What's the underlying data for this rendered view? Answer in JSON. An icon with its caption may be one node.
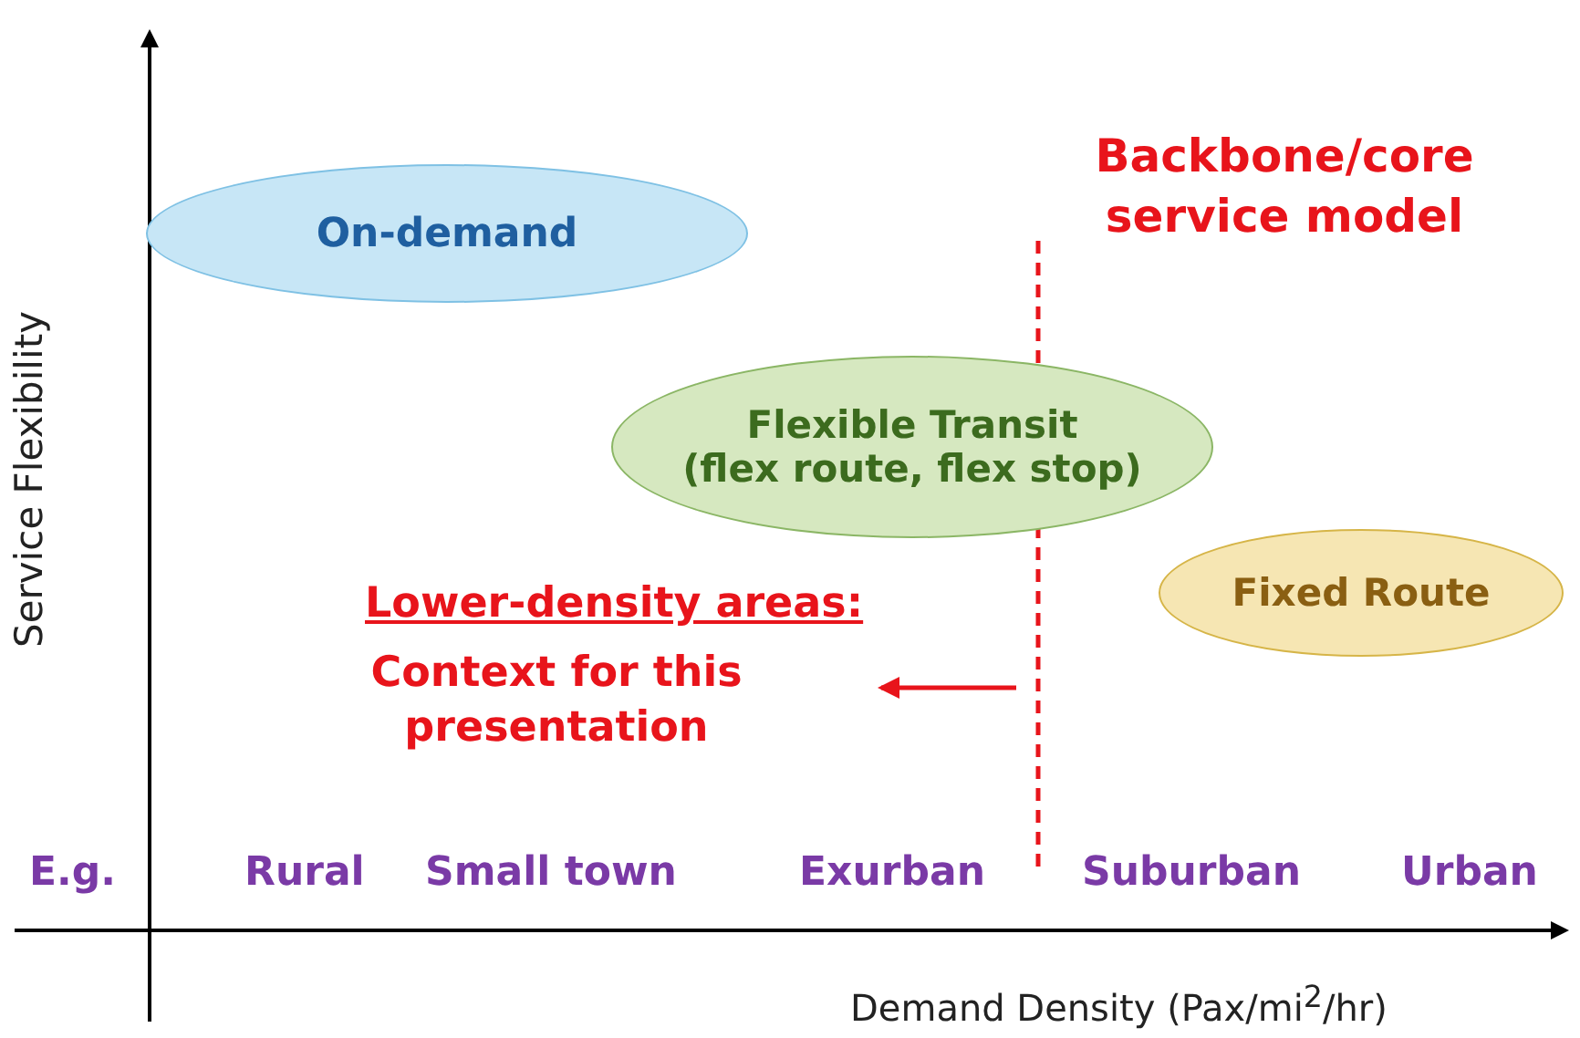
{
  "diagram": {
    "nodes": [
      {
        "text": [
          "On-demand"
        ]
      },
      {
        "text": [
          "Flexible Transit",
          "(flex route, flex stop)"
        ]
      },
      {
        "text": [
          "Fixed Route"
        ]
      }
    ],
    "labels": [
      "Service Flexibility",
      "Backbone/core service model",
      "Lower-density areas:",
      "Context for this presentation",
      "E.g.",
      "Rural",
      "Small town",
      "Exurban",
      "Suburban",
      "Urban",
      "Demand Density (Pax/mi$^{2}$/hr)"
    ]
  }
}
